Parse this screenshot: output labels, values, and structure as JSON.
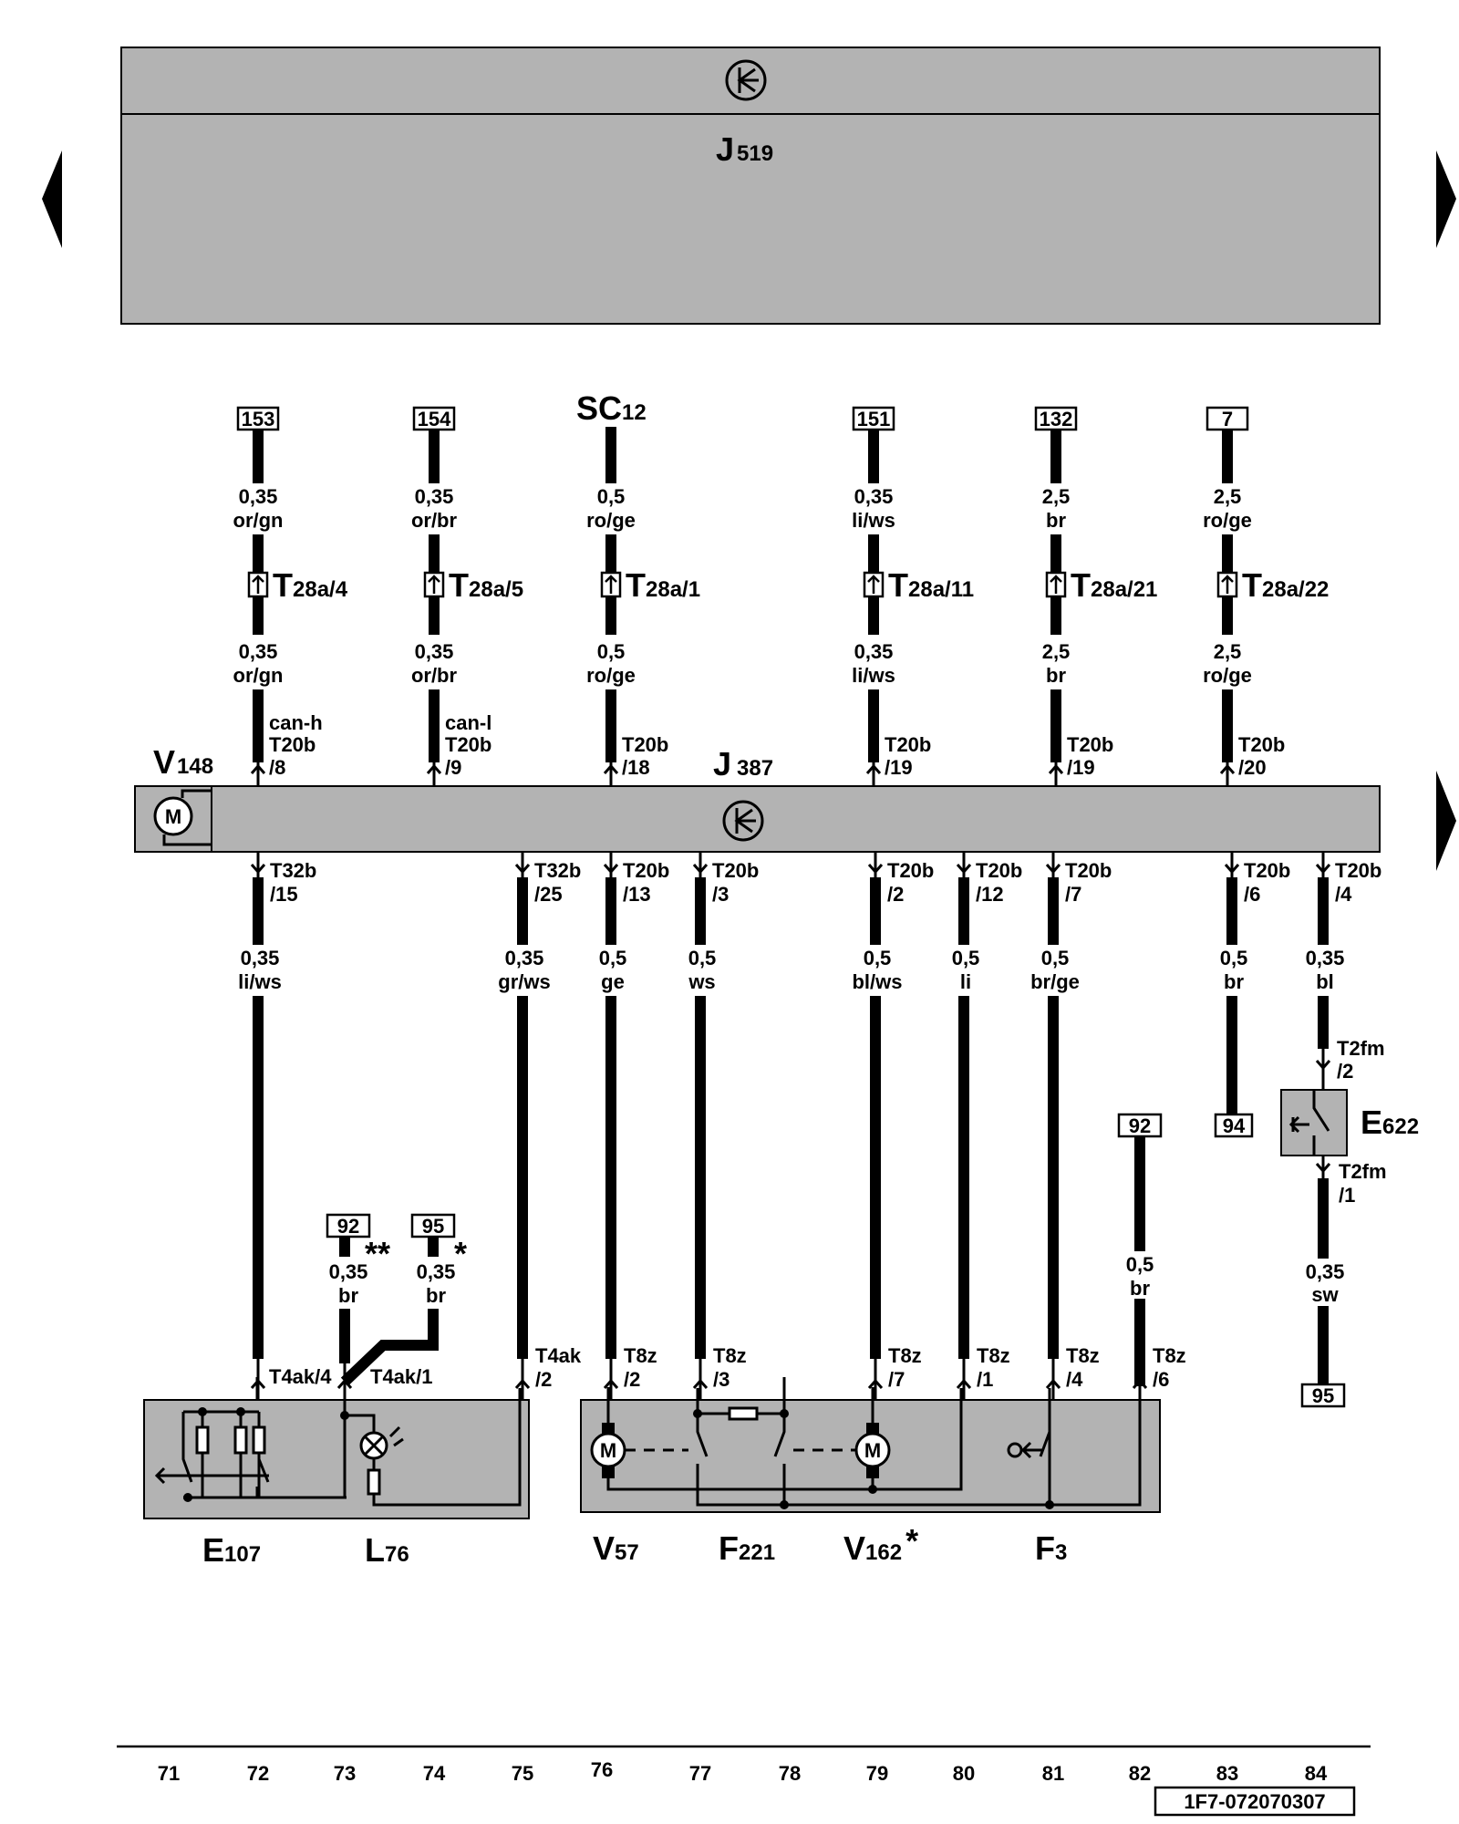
{
  "j519": {
    "name": "J",
    "sub": "519"
  },
  "j387": {
    "name": "J",
    "sub": "387"
  },
  "v148": {
    "name": "V",
    "sub": "148"
  },
  "sc12": {
    "name": "SC",
    "sub": "12"
  },
  "motor_symbol": "M",
  "top_wires": [
    {
      "ref": "153",
      "s1": "0,35",
      "c1": "or/gn",
      "conn": "T",
      "conn_sub": "28a/4",
      "s2": "0,35",
      "c2": "or/gn",
      "n1": "can-h",
      "n2": "T20b",
      "n3": "/8"
    },
    {
      "ref": "154",
      "s1": "0,35",
      "c1": "or/br",
      "conn": "T",
      "conn_sub": "28a/5",
      "s2": "0,35",
      "c2": "or/br",
      "n1": "can-l",
      "n2": "T20b",
      "n3": "/9"
    },
    {
      "ref": "",
      "s1": "0,5",
      "c1": "ro/ge",
      "conn": "T",
      "conn_sub": "28a/1",
      "s2": "0,5",
      "c2": "ro/ge",
      "n1": "",
      "n2": "T20b",
      "n3": "/18"
    },
    {
      "ref": "151",
      "s1": "0,35",
      "c1": "li/ws",
      "conn": "T",
      "conn_sub": "28a/11",
      "s2": "0,35",
      "c2": "li/ws",
      "n1": "",
      "n2": "T20b",
      "n3": "/19"
    },
    {
      "ref": "132",
      "s1": "2,5",
      "c1": "br",
      "conn": "T",
      "conn_sub": "28a/21",
      "s2": "2,5",
      "c2": "br",
      "n1": "",
      "n2": "T20b",
      "n3": "/19"
    },
    {
      "ref": "7",
      "s1": "2,5",
      "c1": "ro/ge",
      "conn": "T",
      "conn_sub": "28a/22",
      "s2": "2,5",
      "c2": "ro/ge",
      "n1": "",
      "n2": "T20b",
      "n3": "/20"
    }
  ],
  "bottom_wires": [
    {
      "p1": "T32b",
      "p2": "/15",
      "size": "0,35",
      "color": "li/ws"
    },
    {
      "p1": "T32b",
      "p2": "/25",
      "size": "0,35",
      "color": "gr/ws"
    },
    {
      "p1": "T20b",
      "p2": "/13",
      "size": "0,5",
      "color": "ge"
    },
    {
      "p1": "T20b",
      "p2": "/3",
      "size": "0,5",
      "color": "ws"
    },
    {
      "p1": "T20b",
      "p2": "/2",
      "size": "0,5",
      "color": "bl/ws"
    },
    {
      "p1": "T20b",
      "p2": "/12",
      "size": "0,5",
      "color": "li"
    },
    {
      "p1": "T20b",
      "p2": "/7",
      "size": "0,5",
      "color": "br/ge"
    },
    {
      "p1": "T20b",
      "p2": "/6",
      "size": "0,5",
      "color": "br"
    },
    {
      "p1": "T20b",
      "p2": "/4",
      "size": "0,35",
      "color": "bl"
    }
  ],
  "ref_94": "94",
  "ref_92": "92",
  "ref_95": "95",
  "e622": {
    "name": "E",
    "sub": "622",
    "pin_top_1": "T2fm",
    "pin_top_2": "/2",
    "pin_bot_1": "T2fm",
    "pin_bot_2": "/1",
    "size": "0,35",
    "color": "sw"
  },
  "w82": {
    "size": "0,5",
    "color": "br"
  },
  "feeds": [
    {
      "ref": "92",
      "mark": "**",
      "size": "0,35",
      "color": "br"
    },
    {
      "ref": "95",
      "mark": "*",
      "size": "0,35",
      "color": "br"
    }
  ],
  "pins_left": [
    {
      "p1": "T4ak/4",
      "p2": ""
    },
    {
      "p1": "T4ak/1",
      "p2": ""
    },
    {
      "p1": "T4ak",
      "p2": "/2"
    }
  ],
  "pins_right": [
    {
      "p1": "T8z",
      "p2": "/2"
    },
    {
      "p1": "T8z",
      "p2": "/3"
    },
    {
      "p1": "T8z",
      "p2": "/7"
    },
    {
      "p1": "T8z",
      "p2": "/1"
    },
    {
      "p1": "T8z",
      "p2": "/4"
    },
    {
      "p1": "T8z",
      "p2": "/6"
    }
  ],
  "components": [
    {
      "name": "E",
      "sub": "107",
      "mark": ""
    },
    {
      "name": "L",
      "sub": "76",
      "mark": ""
    },
    {
      "name": "V",
      "sub": "57",
      "mark": ""
    },
    {
      "name": "F",
      "sub": "221",
      "mark": ""
    },
    {
      "name": "V",
      "sub": "162",
      "mark": "*"
    },
    {
      "name": "F",
      "sub": "3",
      "mark": ""
    }
  ],
  "track_numbers": [
    "71",
    "72",
    "73",
    "74",
    "75",
    "76",
    "77",
    "78",
    "79",
    "80",
    "81",
    "82",
    "83",
    "84"
  ],
  "diagram_code": "1F7-072070307"
}
